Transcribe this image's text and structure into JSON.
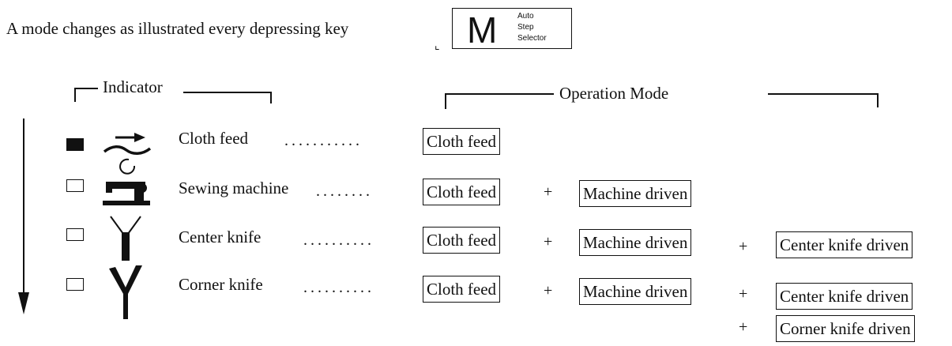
{
  "header": {
    "instruction": "A mode changes as illustrated every depressing key",
    "key": {
      "letter": "M",
      "line1": "Auto",
      "line2": "Step",
      "line3": "Selector"
    }
  },
  "headings": {
    "indicator": "Indicator",
    "operation_mode": "Operation Mode"
  },
  "rows": [
    {
      "indicator_state": "on",
      "icon": "cloth-feed-icon",
      "label": "Cloth feed",
      "leader": "...........",
      "modes": [
        "Cloth feed"
      ]
    },
    {
      "indicator_state": "off",
      "icon": "sewing-machine-icon",
      "label": "Sewing machine",
      "leader": "........",
      "modes": [
        "Cloth feed",
        "Machine driven"
      ]
    },
    {
      "indicator_state": "off",
      "icon": "center-knife-icon",
      "label": "Center knife",
      "leader": "..........",
      "modes": [
        "Cloth feed",
        "Machine driven",
        "Center knife driven"
      ]
    },
    {
      "indicator_state": "off",
      "icon": "corner-knife-icon",
      "label": "Corner knife",
      "leader": "..........",
      "modes": [
        "Cloth feed",
        "Machine driven",
        "Center knife driven",
        "Corner knife driven"
      ]
    }
  ],
  "plus_sign": "+"
}
